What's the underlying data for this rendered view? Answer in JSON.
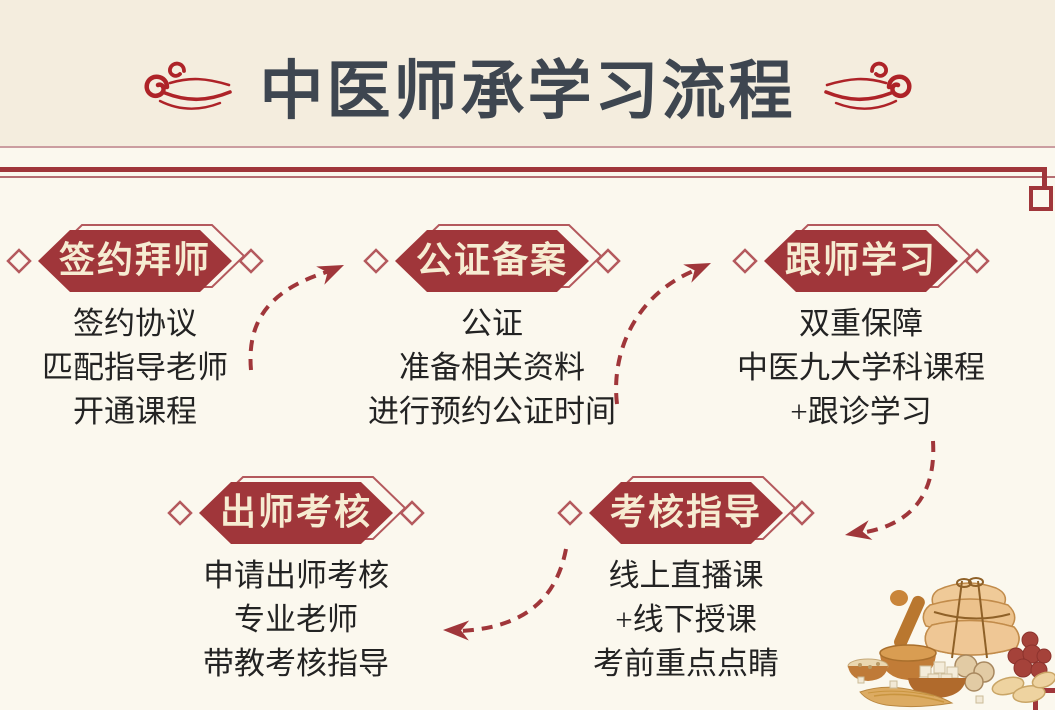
{
  "header": {
    "title": "中医师承学习流程",
    "ornament_left": "cloud-swirl",
    "ornament_right": "cloud-swirl-mirrored"
  },
  "steps": [
    {
      "label": "签约拜师",
      "items": [
        "签约协议",
        "匹配指导老师",
        "开通课程"
      ]
    },
    {
      "label": "公证备案",
      "items": [
        "公证",
        "准备相关资料",
        "进行预约公证时间"
      ]
    },
    {
      "label": "跟师学习",
      "items": [
        "双重保障",
        "中医九大学科课程",
        "+跟诊学习"
      ]
    },
    {
      "label": "考核指导",
      "items": [
        "线上直播课",
        "+线下授课",
        "考前重点点睛"
      ]
    },
    {
      "label": "出师考核",
      "items": [
        "申请出师考核",
        "专业老师",
        "带教考核指导"
      ]
    }
  ],
  "flow_arrows": [
    "签约拜师→公证备案",
    "公证备案→跟师学习",
    "跟师学习→考核指导",
    "考核指导→出师考核"
  ],
  "decorations": {
    "bottom_right": "chinese-herbs-illustration",
    "frame": "double-rule-with-corner-squares"
  },
  "colors": {
    "primary_red": "#a0363a",
    "outline_red": "#b4595d",
    "swirl_red": "#ae2328",
    "badge_text": "#f6ecd2",
    "title_ink": "#3e4650",
    "body_ink": "#232323",
    "bg_header": "#f4edde",
    "bg_main": "#fbf8ee"
  }
}
